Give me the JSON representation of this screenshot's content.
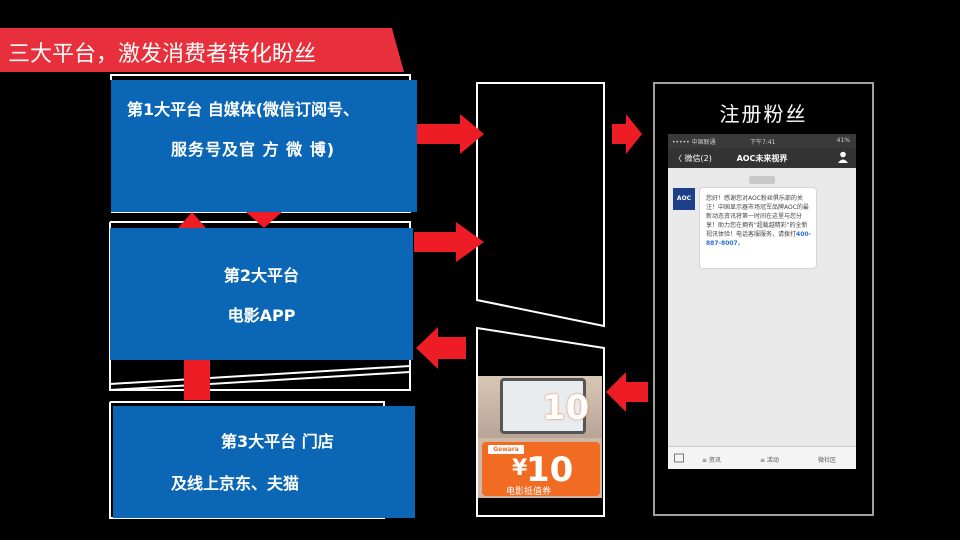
{
  "title": "三大平台，激发消费者转化盼丝",
  "platforms": [
    {
      "line1": "第1大平台 自媒体(微信订阅号、",
      "line2": "服务号及官 方 微 博)"
    },
    {
      "line1": "第2大平台",
      "line2": "电影APP"
    },
    {
      "line1": "第3大平台 门店",
      "line2": "及线上京东、夫猫"
    }
  ],
  "register_title": "注册粉丝",
  "phone": {
    "status_left": "••••• 中国联通",
    "status_time": "下午7:41",
    "status_right": "41%",
    "nav_back": "〈 微信(2)",
    "nav_title": "AOC未来视界",
    "chip": "",
    "avatar": "AOC",
    "message": "您好！感谢您对AOC粉丝俱乐部的关注！中国显示器市场冠军品牌AOC的最新动态资讯将第一时间在这里与您分享！助力您在拥有\"超载越精彩\"的全新视讯体验！电话客服服务，请拨打",
    "message_phone": "400-887-8007",
    "message_end": "。",
    "tabs": [
      "≡ 资讯",
      "≡ 活动",
      "微社区"
    ]
  },
  "coupon": {
    "brand": "Gewara",
    "big_number_top": "10",
    "yen": "¥",
    "amount": "10",
    "label": "电影抵值券"
  },
  "colors": {
    "banner": "#e8303c",
    "box": "#0b67b5",
    "arrow": "#ee1c24"
  }
}
